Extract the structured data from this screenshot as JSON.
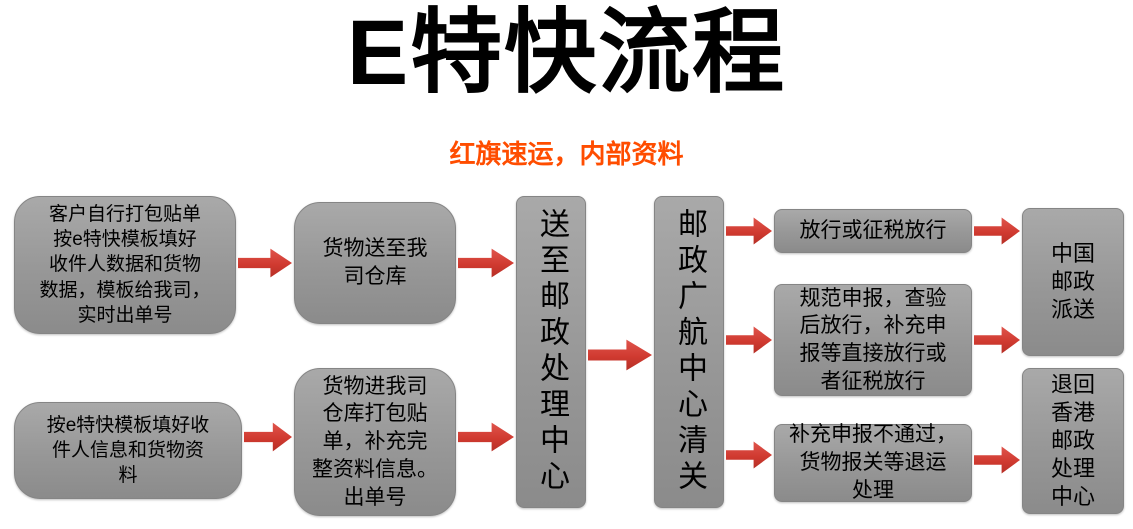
{
  "title": "E特快流程",
  "subtitle": "红旗速运，内部资料",
  "nodes": {
    "customer_pack": "客户自行打包贴单\n按e特快模板填好\n收件人数据和货物\n数据，模板给我司，\n实时出单号",
    "template_fill": "按e特快模板填好收\n件人信息和货物资\n料",
    "goods_to_warehouse": "货物送至我\n司仓库",
    "goods_in_warehouse": "货物进我司\n仓库打包贴\n单，补充完\n整资料信息。\n出单号",
    "postal_center": "送至邮政处理中心",
    "customs_clearance": "邮政广航中心清关",
    "release": "放行或征税放行",
    "declare": "规范申报，查验\n后放行，补充申\n报等直接放行或\n者征税放行",
    "declare_fail": "补充申报不通过，\n货物报关等退运\n处理",
    "china_post": "中国\n邮政\n派送",
    "return_hk": "退回\n香港\n邮政\n处理\n中心"
  },
  "colors": {
    "box_fill": "#9a9a9a",
    "arrow_fill": "#d03a30",
    "subtitle_color": "#ff4d00",
    "title_color": "#000000"
  }
}
